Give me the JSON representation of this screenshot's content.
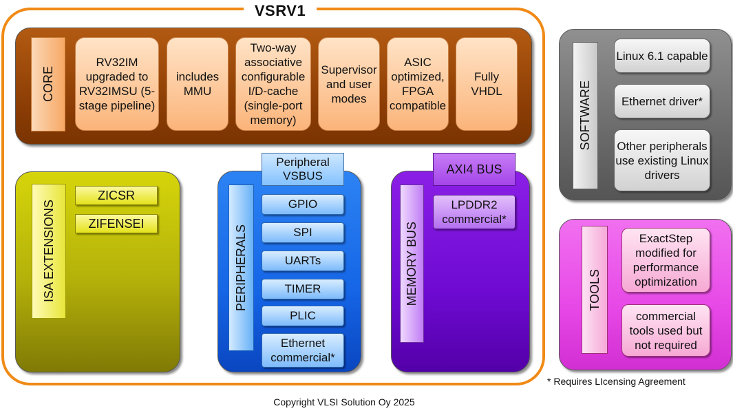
{
  "title": "VSRV1",
  "core": {
    "label": "CORE",
    "cards": [
      "RV32IM upgraded to RV32IMSU (5-stage pipeline)",
      "includes MMU",
      "Two-way associative configurable I/D-cache (single-port memory)",
      "Supervisor and user modes",
      "ASIC optimized, FPGA compatible",
      "Fully VHDL"
    ]
  },
  "isa": {
    "label": "ISA EXTENSIONS",
    "items": [
      "ZICSR",
      "ZIFENSEI"
    ]
  },
  "peripherals": {
    "label": "PERIPHERALS",
    "bus": "Peripheral VSBUS",
    "items": [
      "GPIO",
      "SPI",
      "UARTs",
      "TIMER",
      "PLIC",
      "Ethernet commercial*"
    ]
  },
  "memory": {
    "label": "MEMORY BUS",
    "bus": "AXI4 BUS",
    "items": [
      "LPDDR2 commercial*"
    ]
  },
  "software": {
    "label": "SOFTWARE",
    "items": [
      "Linux 6.1 capable",
      "Ethernet driver*",
      "Other peripherals use existing Linux drivers"
    ]
  },
  "tools": {
    "label": "TOOLS",
    "items": [
      "ExactStep modified for performance optimization",
      "commercial tools used but not required"
    ]
  },
  "note": "* Requires LIcensing Agreement",
  "copyright": "Copyright VLSI Solution Oy 2025",
  "colors": {
    "frame": "#f08a16",
    "core": "#8a3c04",
    "isa": "#b3b00a",
    "peripherals": "#1565e6",
    "memory": "#6e0ad2",
    "software": "#6b6b6b",
    "tools": "#e647e6"
  }
}
